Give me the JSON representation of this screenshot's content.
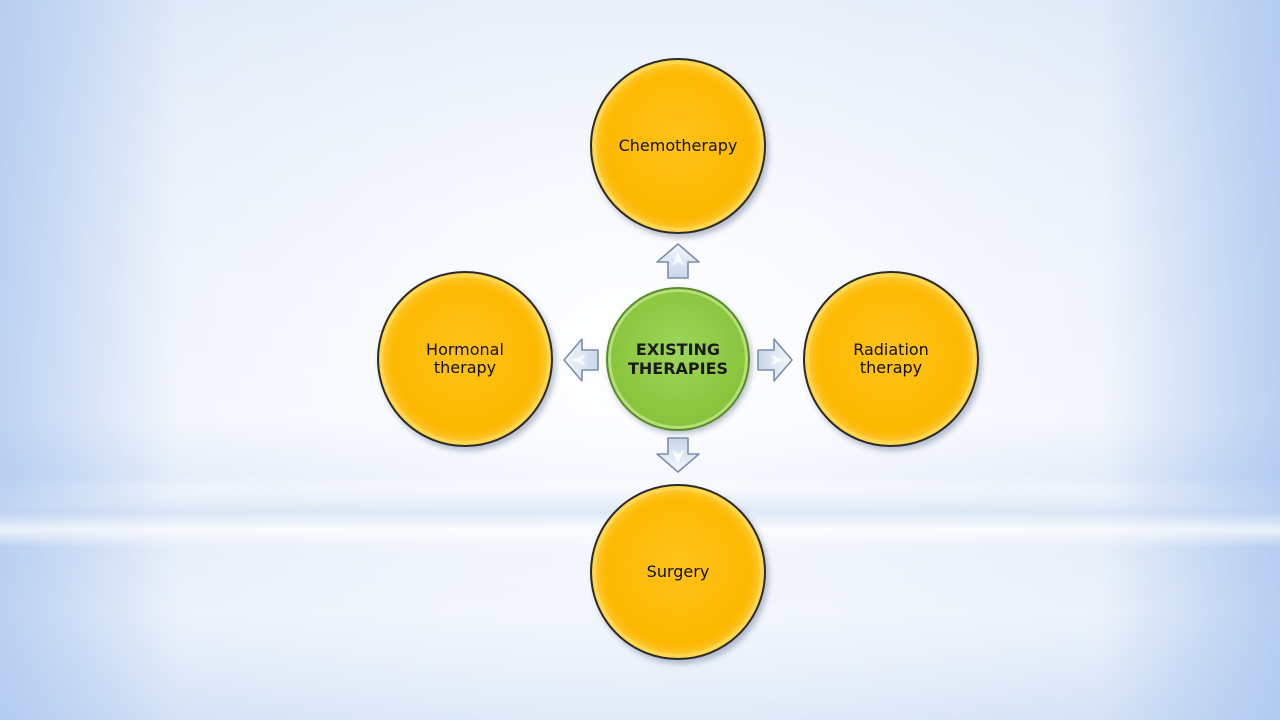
{
  "diagram": {
    "center": {
      "label": "EXISTING THERAPIES",
      "line1": "EXISTING",
      "line2": "THERAPIES"
    },
    "nodes": {
      "top": {
        "label": "Chemotherapy"
      },
      "left": {
        "line1": "Hormonal",
        "line2": "therapy"
      },
      "right": {
        "line1": "Radiation",
        "line2": "therapy"
      },
      "bottom": {
        "label": "Surgery"
      }
    },
    "colors": {
      "outer_fill": "#fdb900",
      "center_fill": "#8cc63f",
      "arrow_fill": "#dce6f4",
      "outline": "#2a2a2a"
    }
  }
}
